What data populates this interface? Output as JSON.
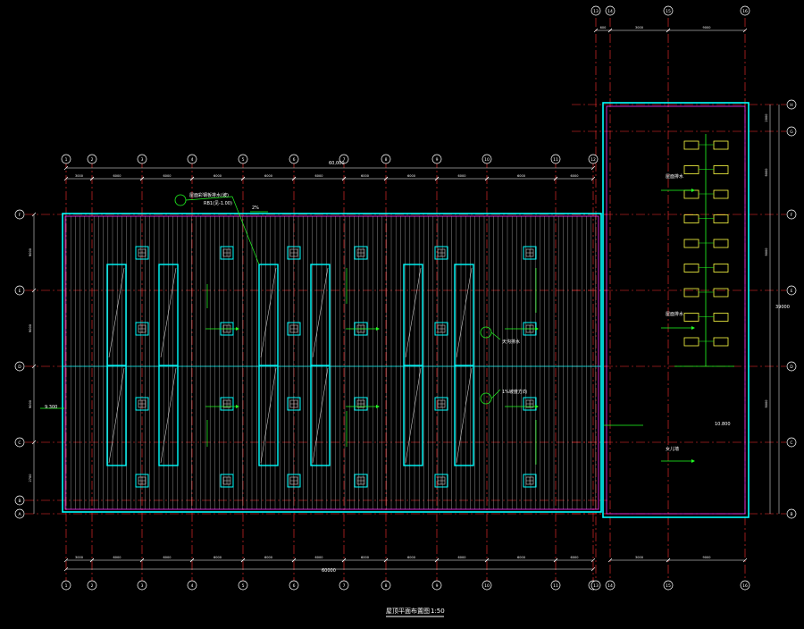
{
  "drawing": {
    "title": "屋顶平面布置图",
    "scale": "1:50",
    "colors": {
      "background": "#000000",
      "axis": "#ff3030",
      "outline": "#00ffff",
      "inner_outline": "#ff33ff",
      "hatch": "#c8c8c8",
      "dimension": "#ffffff",
      "annotation": "#22ff22",
      "yellow": "#ffff44",
      "text": "#ffffff"
    },
    "main_column_labels": [
      "1",
      "2",
      "3",
      "4",
      "5",
      "6",
      "7",
      "8",
      "9",
      "10",
      "11",
      "12"
    ],
    "main_row_labels_left": [
      "F",
      "E",
      "D",
      "C",
      "B",
      "A"
    ],
    "wing_column_labels": [
      "13",
      "14",
      "15",
      "16"
    ],
    "wing_row_labels_right": [
      "H",
      "G",
      "F",
      "E",
      "D",
      "C",
      "B"
    ],
    "top_dimension_segments": [
      "3000",
      "6000",
      "6000",
      "6000",
      "6000",
      "6000",
      "6000",
      "6000",
      "6000",
      "6000",
      "6000"
    ],
    "top_total": "60,000",
    "bottom_dimension_segments": [
      "3000",
      "6000",
      "6000",
      "6000",
      "6000",
      "6000",
      "6000",
      "6000",
      "6000",
      "6000",
      "6000"
    ],
    "bottom_total": "60000",
    "left_dimension_segments": [
      "9000",
      "9000",
      "9000",
      "2700"
    ],
    "wing_top_dimensions": [
      "600",
      "3000",
      "9000"
    ],
    "wing_bottom_dimensions": [
      "3000",
      "9000"
    ],
    "wing_right_dimensions": [
      "2000",
      "9000",
      "9000",
      "9000"
    ],
    "wing_right_total": "39000",
    "annotations": {
      "leader_callout": "屋面彩钢板排水(坡)",
      "leader_sub": "RB1(见-1.00)",
      "slope_tag": "2%",
      "gutter_note": "天沟排水",
      "roof_note": "1%坡度方向",
      "wing_note_1": "屋面排水",
      "wing_note_2": "屋面排水",
      "wing_note_3": "女儿墙",
      "height_left": "9.300",
      "height_wing": "10.800"
    }
  }
}
